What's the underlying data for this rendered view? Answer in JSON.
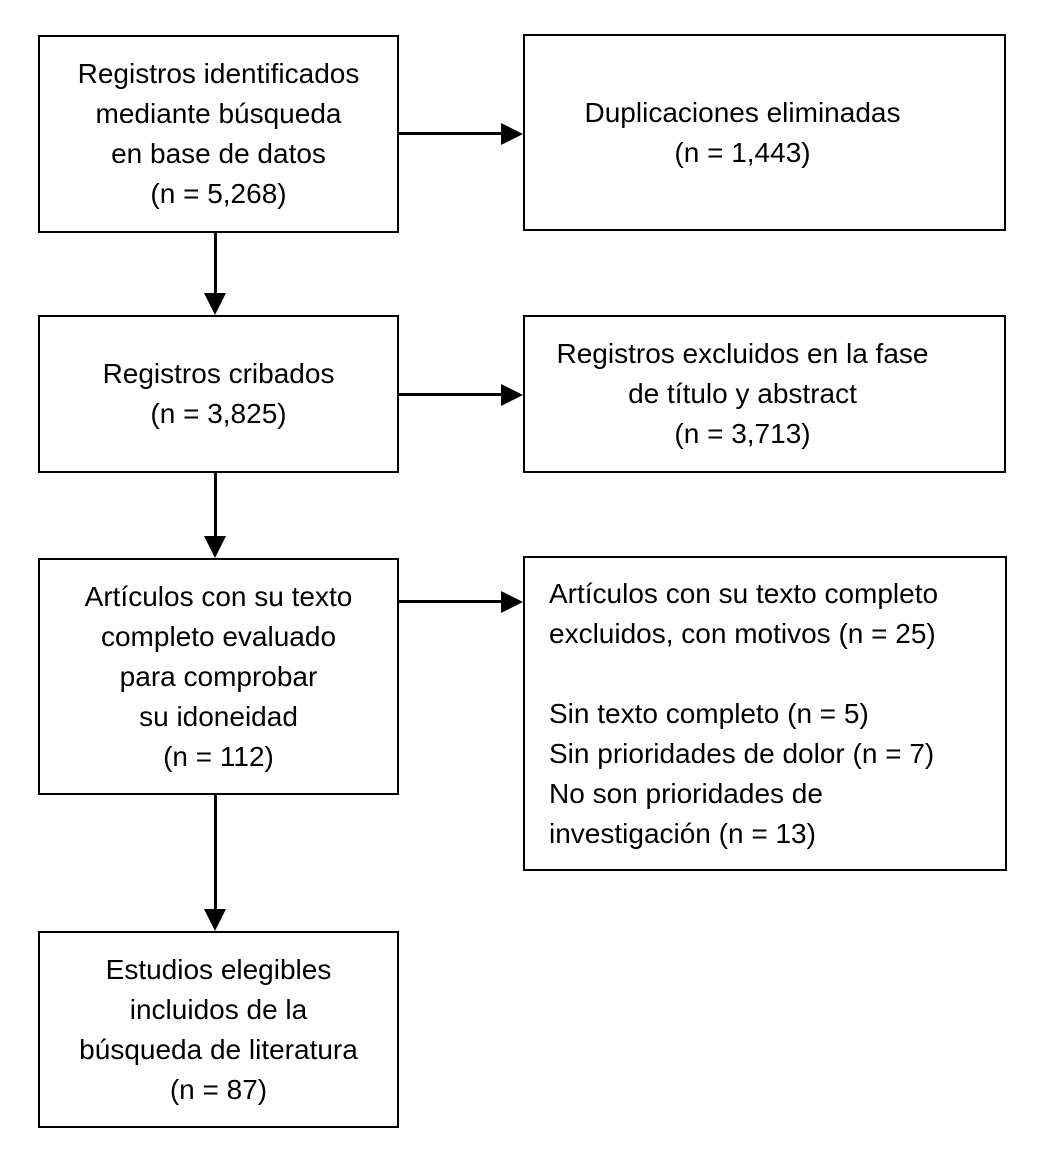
{
  "colors": {
    "background": "#ffffff",
    "border": "#000000",
    "text": "#000000"
  },
  "boxes": [
    {
      "name": "records-identified",
      "lines": [
        "Registros identificados",
        "mediante búsqueda",
        "en base de datos",
        "(n = 5,268)"
      ]
    },
    {
      "name": "duplicates-removed",
      "lines": [
        "Duplicaciones eliminadas",
        "(n = 1,443)"
      ]
    },
    {
      "name": "records-screened",
      "lines": [
        "Registros cribados",
        "(n = 3,825)"
      ]
    },
    {
      "name": "records-excluded-title-abstract",
      "lines": [
        "Registros excluidos en la fase",
        "de título y abstract",
        "(n = 3,713)"
      ]
    },
    {
      "name": "fulltext-assessed",
      "lines": [
        "Artículos con su texto",
        "completo evaluado",
        "para comprobar",
        "su idoneidad",
        "(n = 112)"
      ]
    },
    {
      "name": "fulltext-excluded-with-reasons",
      "lines": [
        "Artículos con su texto completo",
        "excluidos, con motivos (n = 25)",
        "",
        "Sin texto completo (n = 5)",
        "Sin prioridades de dolor (n = 7)",
        "No son prioridades de",
        "investigación (n = 13)"
      ]
    },
    {
      "name": "studies-included",
      "lines": [
        "Estudios elegibles",
        "incluidos de la",
        "búsqueda de literatura",
        "(n = 87)"
      ]
    }
  ]
}
